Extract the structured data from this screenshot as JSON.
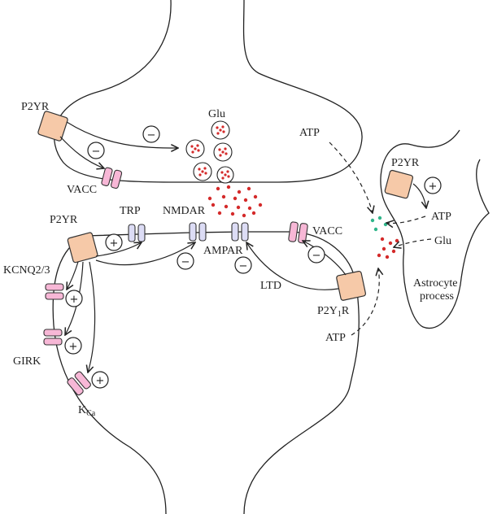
{
  "labels": {
    "p2yr_pre": "P2YR",
    "glu": "Glu",
    "vacc_pre": "VACC",
    "atp_top": "ATP",
    "p2yr_astro": "P2YR",
    "atp_astro": "ATP",
    "glu_astro": "Glu",
    "astro_line1": "Astrocyte",
    "astro_line2": "process",
    "p2yr_post": "P2YR",
    "trp": "TRP",
    "nmdar": "NMDAR",
    "ampar": "AMPAR",
    "vacc_post": "VACC",
    "kcnq": "KCNQ2/3",
    "girk": "GIRK",
    "kca_main": "K",
    "kca_sub": "Ca",
    "ltd": "LTD",
    "p2y1r_main": "P2Y",
    "p2y1r_sub": "1",
    "p2y1r_end": "R",
    "atp_bottom": "ATP"
  },
  "symbols": {
    "minus": "−",
    "plus": "+"
  },
  "colors": {
    "receptor": "#f6c9a8",
    "channel_pink": "#f7b7d6",
    "channel_lavender": "#dcdcf5",
    "glutamate_dot": "#d42a2a",
    "atp_dot": "#2fb58a"
  }
}
